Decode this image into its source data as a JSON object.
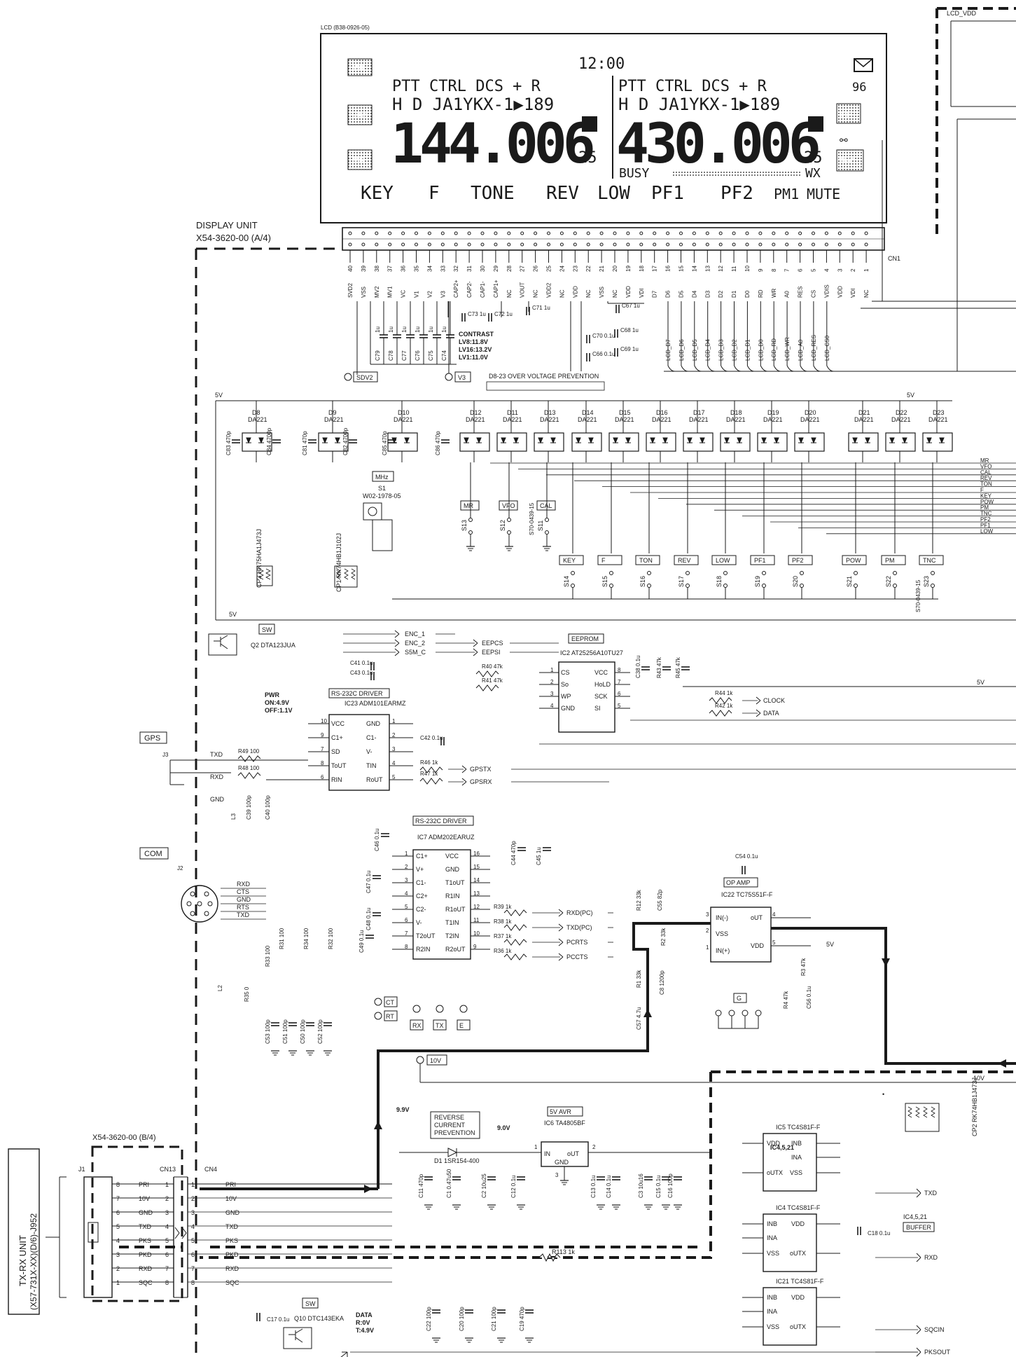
{
  "lcd": {
    "part": "LCD (B38-0926-05)",
    "clock": "12:00",
    "mail_icon": "mail-icon",
    "signal_level": "96",
    "left": {
      "status": "PTT CTRL DCS + R",
      "station": "H D  JA1YKX-1▶189",
      "freq_main": "144.006",
      "freq_sub": "25"
    },
    "right": {
      "status": "PTT CTRL DCS + R",
      "station": "H D  JA1YKX-1▶189",
      "freq_main": "430.006",
      "freq_sub": "25",
      "busy": "BUSY",
      "wx": "WX"
    },
    "side_left": [
      "MIL",
      "VFO",
      "MR"
    ],
    "side_right": [
      "PR",
      "TNC"
    ],
    "softkeys": [
      "KEY",
      "F",
      "TONE",
      "REV",
      "LOW",
      "PF1",
      "PF2",
      "PM1",
      "MUTE"
    ]
  },
  "labels": {
    "lcd_vdd": "LCD_VDD",
    "display_unit": "DISPLAY UNIT",
    "display_unit_part": "X54-3620-00 (A/4)",
    "cn1": "CN1",
    "over_voltage": "D8-23 OVER VOLTAGE PREVENTION",
    "contrast": [
      "CONTRAST",
      "LV8:11.8V",
      "LV16:13.2V",
      "LV1:11.0V"
    ],
    "sdv2": "SDV2",
    "v3": "V3",
    "five_v": "5V",
    "mhz": "MHz",
    "s1": "S1",
    "s1_part": "W02-1978-05",
    "s70": "S70-0439-15",
    "cp3": "CP3 RK75HA1J473J",
    "cp1": "CP1 RK74HB1J102J",
    "sw": "SW",
    "q2": "Q2 DTA123JUA",
    "eeprom": "EEPROM",
    "ic2": "IC2 AT25256A10TU27",
    "pwr": [
      "PWR",
      "ON:4.9V",
      "OFF:1.1V"
    ],
    "rs232c_driver": "RS-232C DRIVER",
    "ic23": "IC23 ADM101EARMZ",
    "ic7": "IC7 ADM202EARUZ",
    "gps": "GPS",
    "com": "COM",
    "op_amp": "OP AMP",
    "ic22": "IC22 TC75S51F-F",
    "g": "G",
    "ten_v": "10V",
    "nine_nine": "9.9V",
    "nine_zero": "9.0V",
    "reverse_current": [
      "REVERSE",
      "CURRENT",
      "PREVENTION"
    ],
    "d1": "D1 1SR154-400",
    "five_v_avr": "5V AVR",
    "ic6": "IC6 TA4805BF",
    "ic5": "IC5 TC4S81F-F",
    "ic4": "IC4 TC4S81F-F",
    "ic21": "IC21 TC4S81F-F",
    "buffer_ref": "IC4,5,21",
    "buffer": "BUFFER",
    "cp2": "CP2 RK74HB1J473J",
    "r113": "R113 1k",
    "q10": "Q10 DTC143EKA",
    "data_lvl": [
      "DATA",
      "R:0V",
      "T:4.9V"
    ],
    "unit_b4": "X54-3620-00 (B/4)",
    "j1": "J1",
    "cn13": "CN13",
    "cn4": "CN4",
    "txrx": [
      "TX-RX UNIT",
      "(X57-731X-XX)(D/6)-J952"
    ]
  },
  "cn1_pins": [
    {
      "n": "40",
      "s": "SVD2"
    },
    {
      "n": "39",
      "s": "VSS"
    },
    {
      "n": "38",
      "s": "MV2"
    },
    {
      "n": "37",
      "s": "MV1"
    },
    {
      "n": "36",
      "s": "VC"
    },
    {
      "n": "35",
      "s": "V1"
    },
    {
      "n": "34",
      "s": "V2"
    },
    {
      "n": "33",
      "s": "V3"
    },
    {
      "n": "32",
      "s": "CAP2+"
    },
    {
      "n": "31",
      "s": "CAP2-"
    },
    {
      "n": "30",
      "s": "CAP1-"
    },
    {
      "n": "29",
      "s": "CAP1+"
    },
    {
      "n": "28",
      "s": "NC"
    },
    {
      "n": "27",
      "s": "VOUT"
    },
    {
      "n": "26",
      "s": "NC"
    },
    {
      "n": "25",
      "s": "VDD2"
    },
    {
      "n": "24",
      "s": "NC"
    },
    {
      "n": "23",
      "s": "VDD"
    },
    {
      "n": "22",
      "s": "NC"
    },
    {
      "n": "21",
      "s": "VSS"
    },
    {
      "n": "20",
      "s": "NC"
    },
    {
      "n": "19",
      "s": "VDD"
    },
    {
      "n": "18",
      "s": "VDI"
    },
    {
      "n": "17",
      "s": "D7"
    },
    {
      "n": "16",
      "s": "D6"
    },
    {
      "n": "15",
      "s": "D5"
    },
    {
      "n": "14",
      "s": "D4"
    },
    {
      "n": "13",
      "s": "D3"
    },
    {
      "n": "12",
      "s": "D2"
    },
    {
      "n": "11",
      "s": "D1"
    },
    {
      "n": "10",
      "s": "D0"
    },
    {
      "n": "9",
      "s": "RD"
    },
    {
      "n": "8",
      "s": "WR"
    },
    {
      "n": "7",
      "s": "A0"
    },
    {
      "n": "6",
      "s": "RES"
    },
    {
      "n": "5",
      "s": "CS"
    },
    {
      "n": "4",
      "s": "VDIS"
    },
    {
      "n": "3",
      "s": "VDD"
    },
    {
      "n": "2",
      "s": "VDI"
    },
    {
      "n": "1",
      "s": "NC"
    }
  ],
  "lcd_bus": [
    "LCD_D7",
    "LCD_D6",
    "LCD_D5",
    "LCD_D4",
    "LCD_D3",
    "LCD_D2",
    "LCD_D1",
    "LCD_D0",
    "LCD_RD",
    "LCD_WR",
    "LCD_A0",
    "LCD_RES",
    "LCD_CS0"
  ],
  "contrast_caps": [
    "C79",
    "C78",
    "C77",
    "C76",
    "C75",
    "C74"
  ],
  "cap_1u": "1u",
  "top_caps": [
    "C73 1u",
    "C72 1u",
    "C71 1u",
    "C67 1u",
    "C70 0.1u",
    "C68 1u",
    "C66 0.1u",
    "C69 1u"
  ],
  "diodes": [
    {
      "ref": "D8",
      "part": "DA221"
    },
    {
      "ref": "D9",
      "part": "DA221"
    },
    {
      "ref": "D10",
      "part": "DA221"
    },
    {
      "ref": "D12",
      "part": "DA221"
    },
    {
      "ref": "D11",
      "part": "DA221"
    },
    {
      "ref": "D13",
      "part": "DA221"
    },
    {
      "ref": "D14",
      "part": "DA221"
    },
    {
      "ref": "D15",
      "part": "DA221"
    },
    {
      "ref": "D16",
      "part": "DA221"
    },
    {
      "ref": "D17",
      "part": "DA221"
    },
    {
      "ref": "D18",
      "part": "DA221"
    },
    {
      "ref": "D19",
      "part": "DA221"
    },
    {
      "ref": "D20",
      "part": "DA221"
    },
    {
      "ref": "D21",
      "part": "DA221"
    },
    {
      "ref": "D22",
      "part": "DA221"
    },
    {
      "ref": "D23",
      "part": "DA221"
    }
  ],
  "diode_caps": [
    "C83 470p",
    "C84 4700p",
    "C81 470p",
    "C82 4700p",
    "C85 470p",
    "C86 470p"
  ],
  "key_lines": [
    "MR",
    "VFO",
    "CAL",
    "REV",
    "TON",
    "F",
    "KEY",
    "POW",
    "PM",
    "TNC",
    "PF2",
    "PF1",
    "LOW"
  ],
  "switches_top": [
    {
      "ref": "S13",
      "label": "MR"
    },
    {
      "ref": "S12",
      "label": "VFO"
    },
    {
      "ref": "S11",
      "label": "CAL"
    }
  ],
  "switches_bottom": [
    {
      "ref": "S14",
      "label": "KEY"
    },
    {
      "ref": "S15",
      "label": "F"
    },
    {
      "ref": "S16",
      "label": "TON"
    },
    {
      "ref": "S17",
      "label": "REV"
    },
    {
      "ref": "S18",
      "label": "LOW"
    },
    {
      "ref": "S19",
      "label": "PF1"
    },
    {
      "ref": "S20",
      "label": "PF2"
    },
    {
      "ref": "S21",
      "label": "POW"
    },
    {
      "ref": "S22",
      "label": "PM"
    },
    {
      "ref": "S23",
      "label": "TNC"
    }
  ],
  "enc_signals": [
    "ENC_1",
    "ENC_2",
    "S5M_C"
  ],
  "eep_signals": [
    "EEPCS",
    "EEPSI"
  ],
  "ic2_pins_left": [
    {
      "n": "1",
      "s": "CS"
    },
    {
      "n": "2",
      "s": "So"
    },
    {
      "n": "3",
      "s": "WP"
    },
    {
      "n": "4",
      "s": "GND"
    }
  ],
  "ic2_pins_right": [
    {
      "n": "8",
      "s": "VCC"
    },
    {
      "n": "7",
      "s": "HoLD"
    },
    {
      "n": "6",
      "s": "SCK"
    },
    {
      "n": "5",
      "s": "SI"
    }
  ],
  "eep_parts": [
    "R40 47k",
    "R41 47k",
    "C38 0.1u",
    "R43 47k",
    "R45 47k",
    "R44 1k",
    "R42 1k"
  ],
  "eep_io": [
    "CLOCK",
    "DATA"
  ],
  "ic23_pins_left": [
    {
      "n": "10",
      "s": "VCC"
    },
    {
      "n": "9",
      "s": "C1+"
    },
    {
      "n": "7",
      "s": "SD"
    },
    {
      "n": "8",
      "s": "ToUT"
    },
    {
      "n": "6",
      "s": "RIN"
    }
  ],
  "ic23_pins_right": [
    {
      "n": "1",
      "s": "GND"
    },
    {
      "n": "2",
      "s": "C1-"
    },
    {
      "n": "3",
      "s": "V-"
    },
    {
      "n": "4",
      "s": "TIN"
    },
    {
      "n": "5",
      "s": "RoUT"
    }
  ],
  "ic23_caps": [
    "C41 0.1u",
    "C43 0.1u",
    "C42 0.1u"
  ],
  "gps_io": [
    "GPSTX",
    "GPSRX"
  ],
  "gps_parts": [
    "R49 100",
    "R48 100",
    "R46 1k",
    "R47 1k",
    "L3",
    "C39 100p",
    "C40 100p"
  ],
  "gps_pins": [
    "TXD",
    "RXD",
    "GND"
  ],
  "ic7_pins_left": [
    {
      "n": "1",
      "s": "C1+"
    },
    {
      "n": "2",
      "s": "V+"
    },
    {
      "n": "3",
      "s": "C1-"
    },
    {
      "n": "4",
      "s": "C2+"
    },
    {
      "n": "5",
      "s": "C2-"
    },
    {
      "n": "6",
      "s": "V-"
    },
    {
      "n": "7",
      "s": "T2oUT"
    },
    {
      "n": "8",
      "s": "R2IN"
    }
  ],
  "ic7_pins_right": [
    {
      "n": "16",
      "s": "VCC"
    },
    {
      "n": "15",
      "s": "GND"
    },
    {
      "n": "14",
      "s": "T1oUT"
    },
    {
      "n": "13",
      "s": "R1IN"
    },
    {
      "n": "12",
      "s": "R1oUT"
    },
    {
      "n": "11",
      "s": "T1IN"
    },
    {
      "n": "10",
      "s": "T2IN"
    },
    {
      "n": "9",
      "s": "R2oUT"
    }
  ],
  "ic7_caps": [
    "C46 0.1u",
    "C47 0.1u",
    "C48 0.1u",
    "C49 0.1u",
    "C44 470p",
    "C45 1u"
  ],
  "com_pins": [
    "RXD",
    "CTS",
    "GND",
    "RTS",
    "TXD"
  ],
  "com_io": [
    "RXD(PC)",
    "TXD(PC)",
    "PCRTS",
    "PCCTS"
  ],
  "com_res": [
    "R39 1k",
    "R38 1k",
    "R37 1k",
    "R36 1k"
  ],
  "com_parts": [
    "R31 100",
    "R34 100",
    "R32 100",
    "R33 100",
    "R35 0",
    "L2"
  ],
  "com_caps": [
    "C53 100p",
    "C51 100p",
    "C50 100p",
    "C52 100p"
  ],
  "test_points": [
    "CT",
    "RT",
    "RX",
    "TX",
    "E"
  ],
  "op_parts": [
    "C54 0.1u",
    "R12 33k",
    "C55 82p",
    "R2 33k",
    "R1 33k",
    "C8 1200p",
    "C57 4.7u",
    "R3 47k",
    "R4 47k",
    "C56 0.1u"
  ],
  "ic22_pins": [
    {
      "n": "3",
      "s": "IN(-)"
    },
    {
      "n": "2",
      "s": "VSS"
    },
    {
      "n": "1",
      "s": "IN(+)"
    },
    {
      "n": "4",
      "s": "oUT"
    },
    {
      "n": "5",
      "s": "VDD"
    }
  ],
  "ic6_pins": [
    "IN",
    "oUT",
    "GND"
  ],
  "pwr_caps": [
    "C11 470p",
    "C1 0.47u50",
    "C2 10u25",
    "C12 0.1u",
    "C13 0.1u",
    "C14 0.1u",
    "C3 10u16",
    "C15 0.1u",
    "C16 100p",
    "C22 100p",
    "C20 100p",
    "C21 100p",
    "C19 470p",
    "C17 0.1u",
    "C18 0.1u"
  ],
  "buf_pins_a": [
    "VDD",
    "INB",
    "INA",
    "oUTX",
    "VSS"
  ],
  "buf_pins_b": [
    "INB",
    "INA",
    "VSS",
    "VDD",
    "oUTX"
  ],
  "buf_io": [
    "TXD",
    "RXD",
    "SQCIN",
    "PKSOUT"
  ],
  "cn13_rows": [
    {
      "l": "8",
      "sig": "PRI",
      "r": "1"
    },
    {
      "l": "7",
      "sig": "10V",
      "r": "2"
    },
    {
      "l": "6",
      "sig": "GND",
      "r": "3"
    },
    {
      "l": "5",
      "sig": "TXD",
      "r": "4"
    },
    {
      "l": "4",
      "sig": "PKS",
      "r": "5"
    },
    {
      "l": "3",
      "sig": "PKD",
      "r": "6"
    },
    {
      "l": "2",
      "sig": "RXD",
      "r": "7"
    },
    {
      "l": "1",
      "sig": "SQC",
      "r": "8"
    }
  ],
  "cn4_rows": [
    {
      "n": "1",
      "sig": "PRI"
    },
    {
      "n": "2",
      "sig": "10V"
    },
    {
      "n": "3",
      "sig": "GND"
    },
    {
      "n": "4",
      "sig": "TXD"
    },
    {
      "n": "5",
      "sig": "PKS"
    },
    {
      "n": "6",
      "sig": "PKD"
    },
    {
      "n": "7",
      "sig": "RXD"
    },
    {
      "n": "8",
      "sig": "SQC"
    }
  ],
  "colors": {
    "ink": "#1a1a1a",
    "paper": "#ffffff"
  }
}
